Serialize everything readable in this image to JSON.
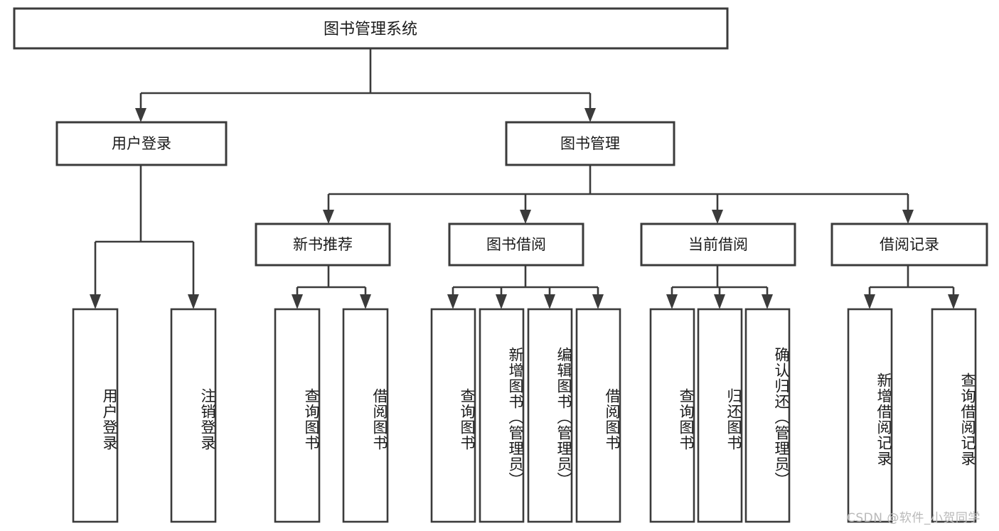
{
  "diagram": {
    "type": "tree-hierarchy",
    "title": "图书管理系统",
    "root": {
      "label": "图书管理系统"
    },
    "level1": [
      {
        "label": "用户登录"
      },
      {
        "label": "图书管理"
      }
    ],
    "level2": [
      {
        "label": "新书推荐",
        "parent": "图书管理"
      },
      {
        "label": "图书借阅",
        "parent": "图书管理"
      },
      {
        "label": "当前借阅",
        "parent": "图书管理"
      },
      {
        "label": "借阅记录",
        "parent": "图书管理"
      }
    ],
    "leaves": {
      "user_login": [
        {
          "label": "用户登录"
        },
        {
          "label": "注销登录"
        }
      ],
      "new_book_recommend": [
        {
          "label": "查询图书"
        },
        {
          "label": "借阅图书"
        }
      ],
      "book_borrow": [
        {
          "label": "查询图书"
        },
        {
          "label": "新增图书（管理员）"
        },
        {
          "label": "编辑图书（管理员）"
        },
        {
          "label": "借阅图书"
        }
      ],
      "current_borrow": [
        {
          "label": "查询图书"
        },
        {
          "label": "归还图书"
        },
        {
          "label": "确认归还（管理员）"
        }
      ],
      "borrow_record": [
        {
          "label": "新增借阅记录"
        },
        {
          "label": "查询借阅记录"
        }
      ]
    }
  },
  "watermark": {
    "text": "CSDN @软件_小贺同学"
  },
  "colors": {
    "stroke": "#3b3b3b",
    "fill": "#ffffff",
    "text": "#1a1a1a",
    "watermark": "#b9b9b9"
  }
}
